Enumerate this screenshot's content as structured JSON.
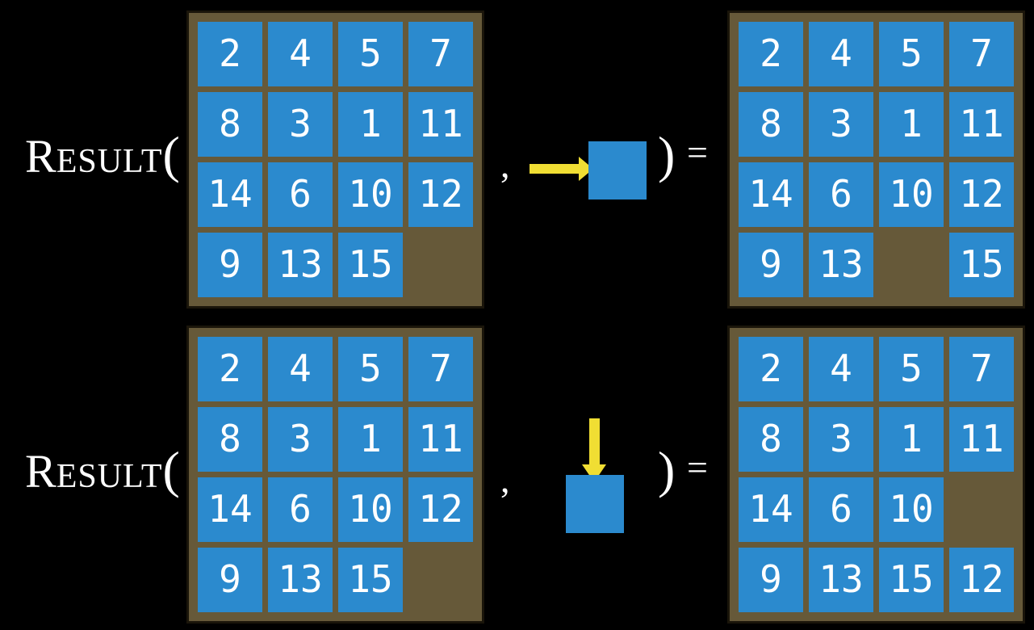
{
  "colors": {
    "background": "#000000",
    "frame": "#665939",
    "frame_border": "#1a150a",
    "tile_blue": "#2b8ace",
    "tile_number": "#ffffff",
    "arrow_yellow": "#f0de33",
    "label_text": "#ffffff"
  },
  "examples": [
    {
      "function_initial": "R",
      "function_rest": "ESULT",
      "open_paren": "(",
      "comma": ",",
      "close_paren": ")",
      "equals_sign": "=",
      "action_direction": "right",
      "action_icon": "arrow-right-icon",
      "input_grid": [
        [
          "2",
          "4",
          "5",
          "7"
        ],
        [
          "8",
          "3",
          "1",
          "11"
        ],
        [
          "14",
          "6",
          "10",
          "12"
        ],
        [
          "9",
          "13",
          "15",
          ""
        ]
      ],
      "output_grid": [
        [
          "2",
          "4",
          "5",
          "7"
        ],
        [
          "8",
          "3",
          "1",
          "11"
        ],
        [
          "14",
          "6",
          "10",
          "12"
        ],
        [
          "9",
          "13",
          "",
          "15"
        ]
      ]
    },
    {
      "function_initial": "R",
      "function_rest": "ESULT",
      "open_paren": "(",
      "comma": ",",
      "close_paren": ")",
      "equals_sign": "=",
      "action_direction": "down",
      "action_icon": "arrow-down-icon",
      "input_grid": [
        [
          "2",
          "4",
          "5",
          "7"
        ],
        [
          "8",
          "3",
          "1",
          "11"
        ],
        [
          "14",
          "6",
          "10",
          "12"
        ],
        [
          "9",
          "13",
          "15",
          ""
        ]
      ],
      "output_grid": [
        [
          "2",
          "4",
          "5",
          "7"
        ],
        [
          "8",
          "3",
          "1",
          "11"
        ],
        [
          "14",
          "6",
          "10",
          ""
        ],
        [
          "9",
          "13",
          "15",
          "12"
        ]
      ]
    }
  ]
}
